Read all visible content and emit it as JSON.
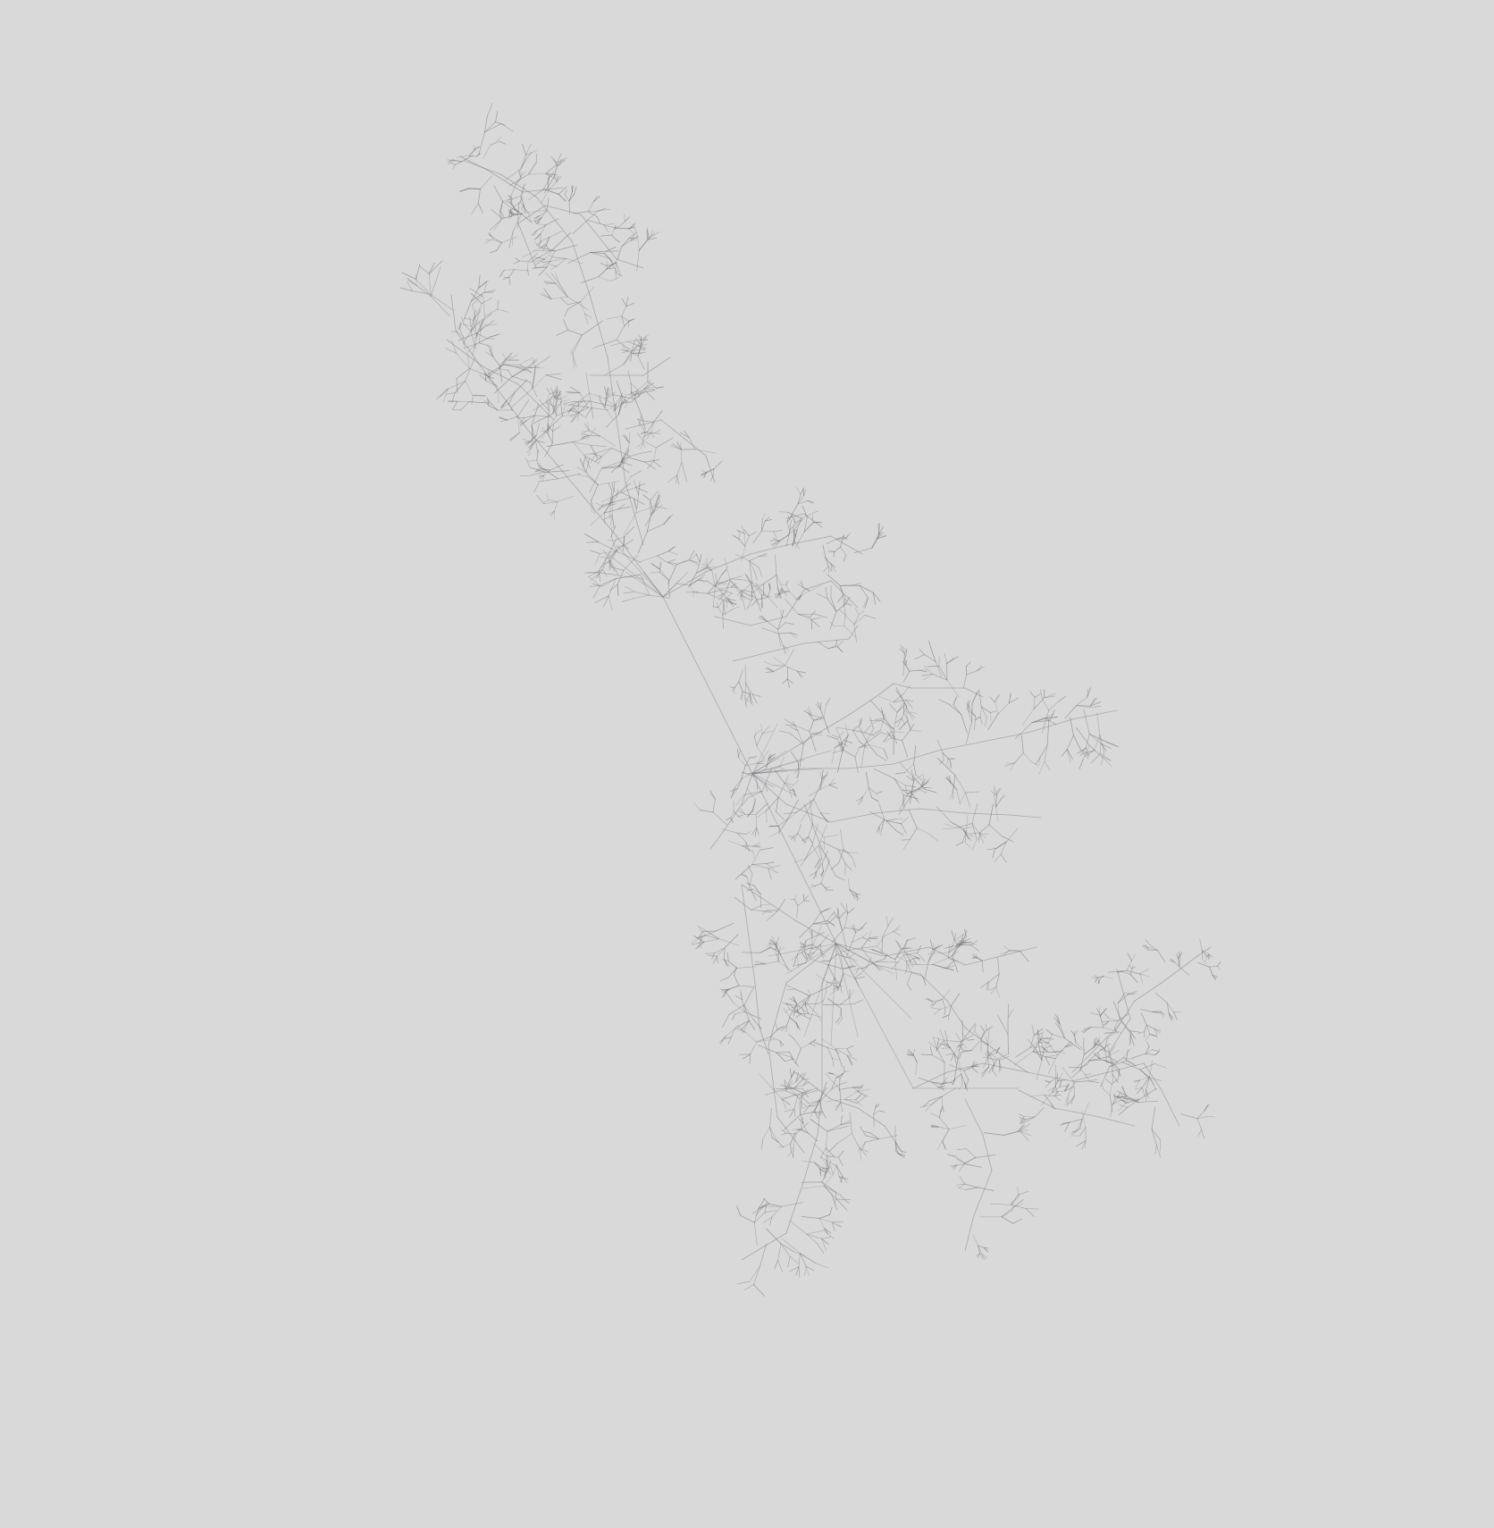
{
  "background_color": "#d9d9d9",
  "edge_color": "#6e6e72",
  "trunk_color": "#9a9aa0",
  "graph": {
    "type": "radial-tree-network",
    "visible_text": "",
    "clusters": [
      "upper-left-cluster",
      "middle-right-cluster",
      "lower-cluster"
    ],
    "hubs": [
      "hub-upper",
      "hub-middle",
      "hub-lower",
      "hub-lower-right"
    ]
  }
}
